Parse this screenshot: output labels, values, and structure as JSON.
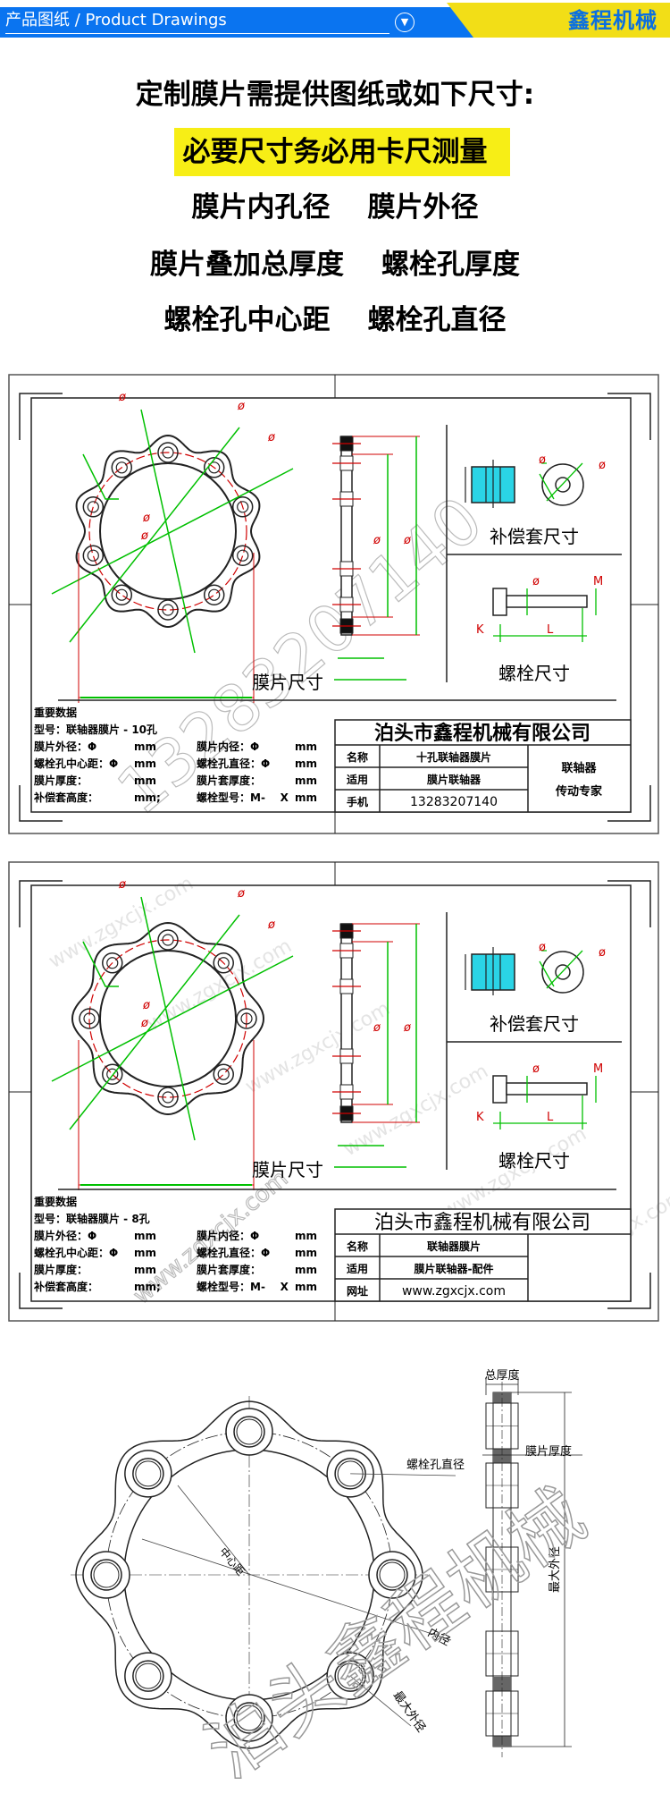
{
  "header": {
    "title": "产品图纸 / Product Drawings",
    "expand_icon": "chevron-down-circle",
    "brand": "鑫程机械",
    "colors": {
      "blue": "#0a74f0",
      "yellow": "#f2de17"
    }
  },
  "intro": {
    "line1": "定制膜片需提供图纸或如下尺寸:",
    "line2": "必要尺寸务必用卡尺测量",
    "line3": [
      "膜片内孔径",
      "膜片外径"
    ],
    "line4": [
      "膜片叠加总厚度",
      "螺栓孔厚度"
    ],
    "line5": [
      "螺栓孔中心距",
      "螺栓孔直径"
    ]
  },
  "drawing1": {
    "watermark": "13283207140",
    "dim_symbol": "ø",
    "labels": {
      "diaphragm": "膜片尺寸",
      "bushing": "补偿套尺寸",
      "bolt": "螺栓尺寸",
      "k": "K",
      "l": "L",
      "m": "M"
    },
    "data_title": "重要数据",
    "model": "型号：联轴器膜片 - 10孔",
    "rows": [
      [
        "膜片外径：Φ",
        "mm",
        "膜片内径：Φ",
        "mm"
      ],
      [
        "螺栓孔中心距：Φ",
        "mm",
        "螺栓孔直径：Φ",
        "mm"
      ],
      [
        "膜片厚度：",
        "mm",
        "膜片套厚度：",
        "mm"
      ],
      [
        "补偿套高度：",
        "mm;",
        "螺栓型号：M-    X",
        "mm"
      ]
    ],
    "company": "泊头市鑫程机械有限公司",
    "table": [
      [
        "名称",
        "十孔联轴器膜片"
      ],
      [
        "适用",
        "膜片联轴器"
      ],
      [
        "手机",
        "13283207140"
      ]
    ],
    "slogan": [
      "联轴器",
      "传动专家"
    ]
  },
  "drawing2": {
    "watermark": "www.zgxcjx.com",
    "dim_symbol": "ø",
    "labels": {
      "diaphragm": "膜片尺寸",
      "bushing": "补偿套尺寸",
      "bolt": "螺栓尺寸",
      "k": "K",
      "l": "L",
      "m": "M"
    },
    "data_title": "重要数据",
    "model": "型号：联轴器膜片 - 8孔",
    "rows": [
      [
        "膜片外径：Φ",
        "mm",
        "膜片内径：Φ",
        "mm"
      ],
      [
        "螺栓孔中心距：Φ",
        "mm",
        "螺栓孔直径：Φ",
        "mm"
      ],
      [
        "膜片厚度：",
        "mm",
        "膜片套厚度：",
        "mm"
      ],
      [
        "补偿套高度：",
        "mm;",
        "螺栓型号：M-    X",
        "mm"
      ]
    ],
    "company": "泊头市鑫程机械有限公司",
    "table": [
      [
        "名称",
        "联轴器膜片"
      ],
      [
        "适用",
        "膜片联轴器-配件"
      ],
      [
        "网址",
        "www.zgxcjx.com"
      ]
    ]
  },
  "drawing3": {
    "watermark": "泊头鑫程机械",
    "labels": {
      "total_thickness": "总厚度",
      "diaphragm_thickness": "膜片厚度",
      "bolt_hole_dia": "螺栓孔直径",
      "center_distance": "中心距",
      "inner_dia": "内径",
      "max_outer_dia": "最大外径"
    }
  }
}
